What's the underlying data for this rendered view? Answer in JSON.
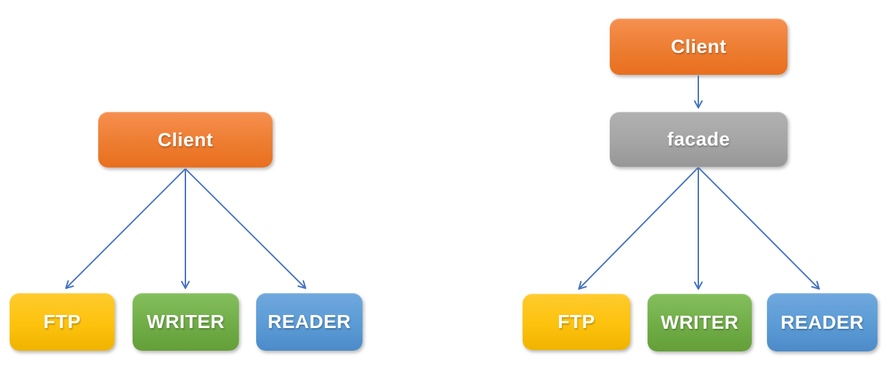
{
  "colors": {
    "orange": "#ED7D31",
    "gold": "#FFC000",
    "green": "#70AD47",
    "blue": "#5B9BD5",
    "gray": "#A5A5A5",
    "arrow": "#4472C4",
    "background": "#FFFFFF",
    "label_text": "#FFFFFF"
  },
  "left_diagram": {
    "client": "Client",
    "ftp": "FTP",
    "writer": "WRITER",
    "reader": "READER",
    "edges": [
      {
        "from": "Client",
        "to": "FTP"
      },
      {
        "from": "Client",
        "to": "WRITER"
      },
      {
        "from": "Client",
        "to": "READER"
      }
    ]
  },
  "right_diagram": {
    "client": "Client",
    "facade": "facade",
    "ftp": "FTP",
    "writer": "WRITER",
    "reader": "READER",
    "edges": [
      {
        "from": "Client",
        "to": "facade"
      },
      {
        "from": "facade",
        "to": "FTP"
      },
      {
        "from": "facade",
        "to": "WRITER"
      },
      {
        "from": "facade",
        "to": "READER"
      }
    ]
  }
}
